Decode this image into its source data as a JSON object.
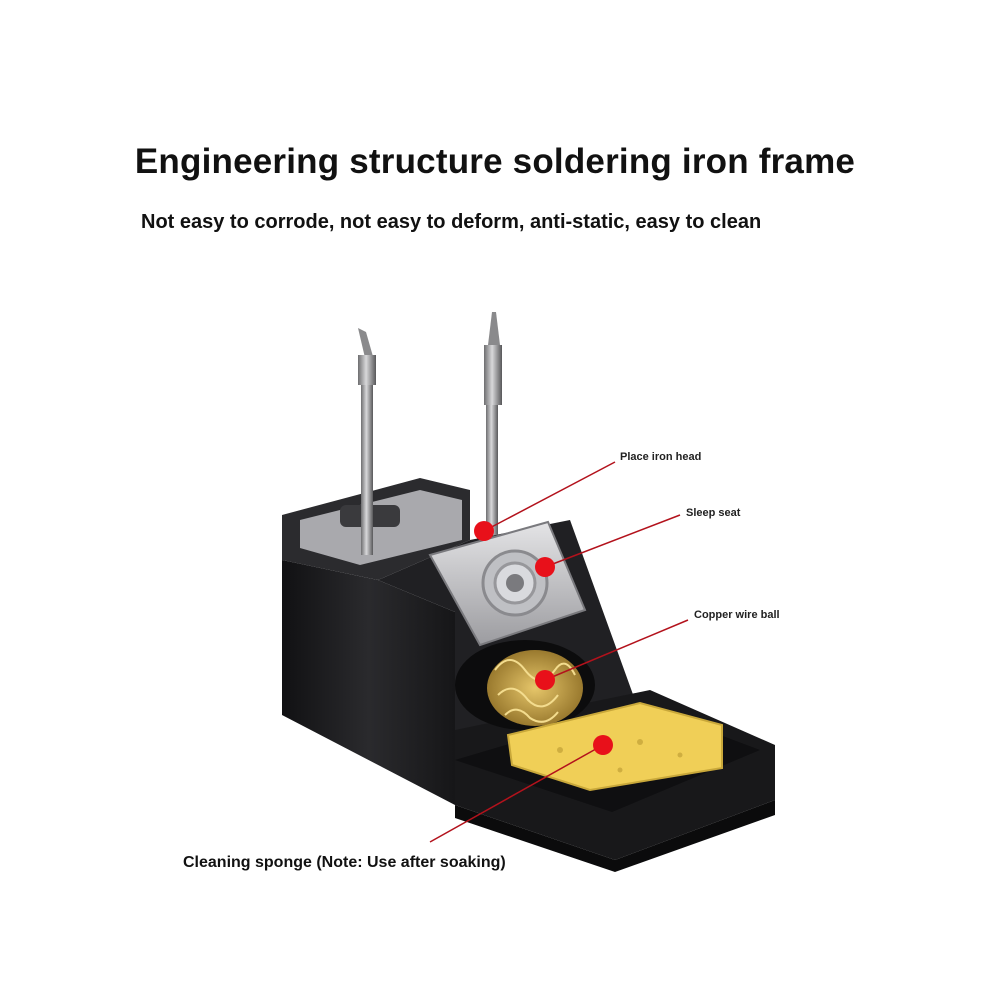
{
  "heading": {
    "title": "Engineering structure soldering iron frame",
    "subtitle": "Not easy to corrode, not easy to deform, anti-static, easy to clean"
  },
  "callouts": {
    "place_iron_head": "Place iron head",
    "sleep_seat": "Sleep seat",
    "copper_wire_ball": "Copper wire ball",
    "cleaning_sponge": "Cleaning sponge (Note: Use after soaking)"
  },
  "colors": {
    "marker": "#e8101a",
    "leader_line": "#b3121c",
    "stand_body": "#1c1c1e",
    "sponge": "#f2d25a",
    "brass": "#c8a24a",
    "metal": "#c9c9cc"
  }
}
